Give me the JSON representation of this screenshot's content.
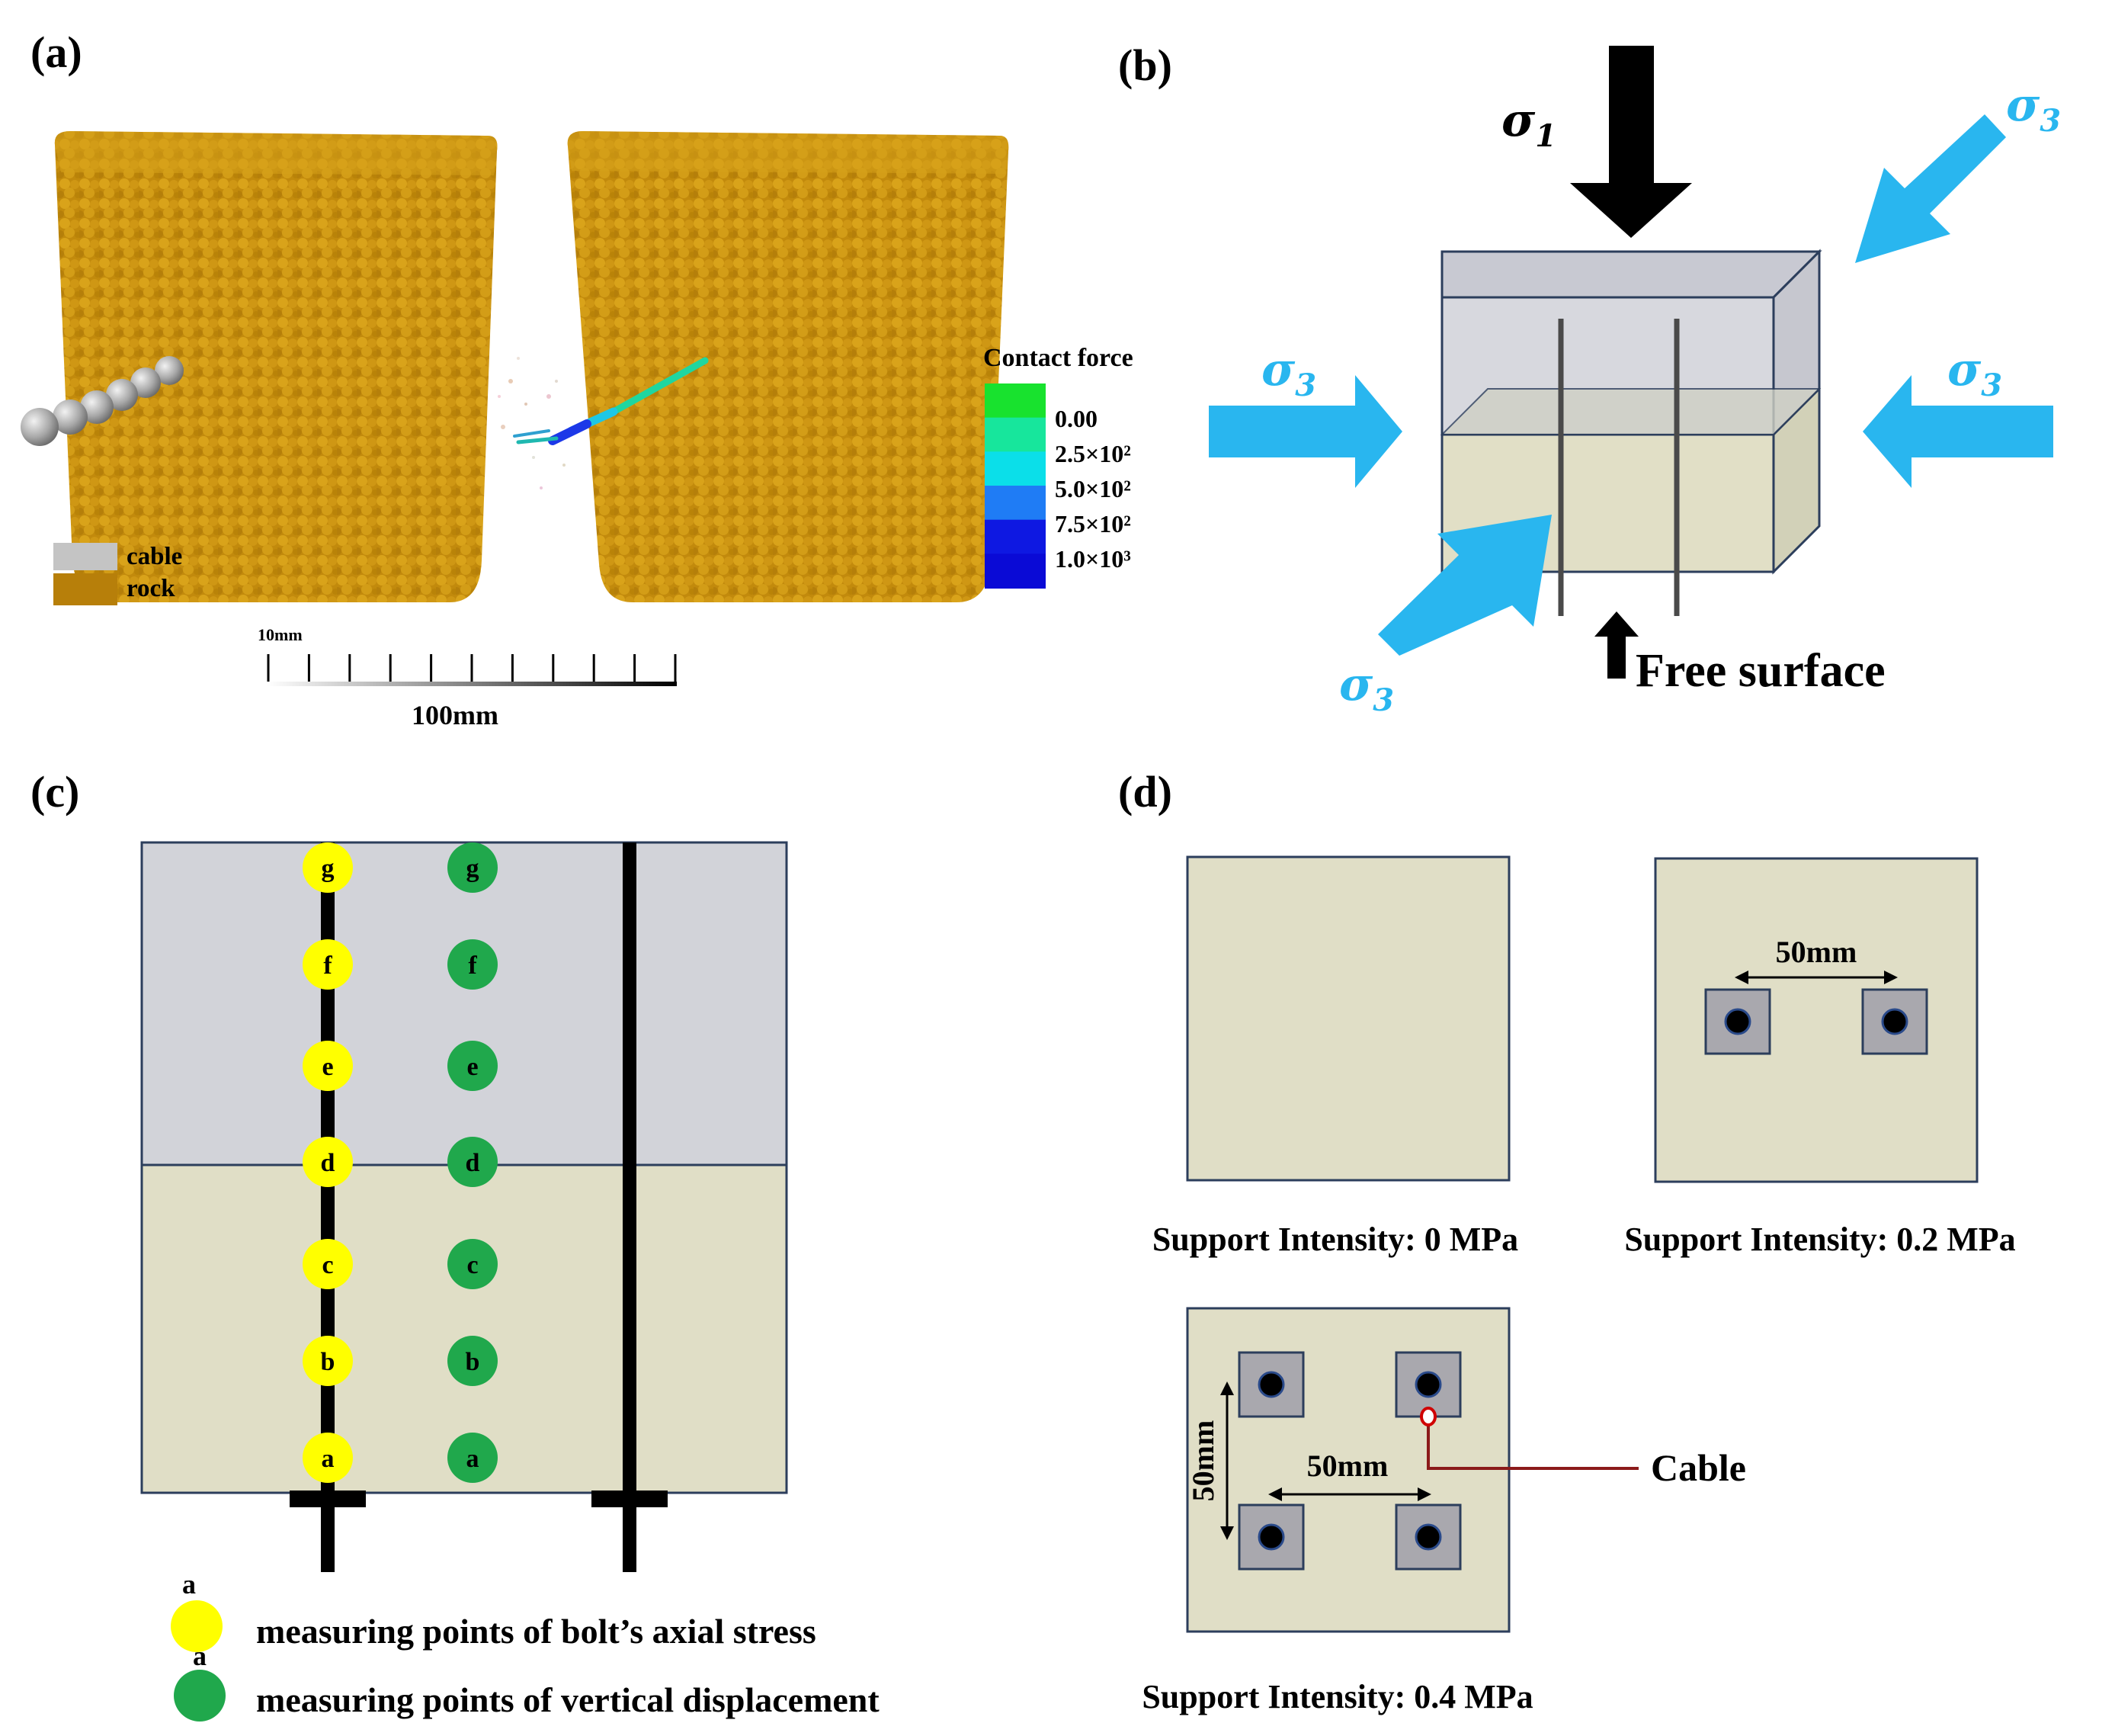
{
  "panels": {
    "a": {
      "label": "(a)",
      "legend": {
        "cable": "cable",
        "rock": "rock"
      },
      "contact_force": {
        "title": "Contact force",
        "ticks": [
          "0.00",
          "2.5×10²",
          "5.0×10²",
          "7.5×10²",
          "1.0×10³"
        ],
        "colors": [
          "#18e22e",
          "#17e69c",
          "#0bdfe9",
          "#1f7cf5",
          "#0e18e2",
          "#0a0ad6"
        ]
      },
      "scale_bar": {
        "small": "10mm",
        "large": "100mm"
      },
      "colors": {
        "rock": "#c8900c",
        "cable": "#bdbdbd"
      }
    },
    "b": {
      "label": "(b)",
      "sigma1": "σ",
      "sigma1_sub": "1",
      "sigma3": "σ",
      "sigma3_sub": "3",
      "free_surface": "Free surface",
      "colors": {
        "arrow_blue": "#29b6ef",
        "upper": "#d7d8de",
        "lower": "#e1dfc6"
      }
    },
    "c": {
      "label": "(c)",
      "points": [
        "g",
        "f",
        "e",
        "d",
        "c",
        "b",
        "a"
      ],
      "legend": [
        {
          "marker": "a",
          "text": "measuring points of bolt’s axial stress",
          "color": "#ffff00"
        },
        {
          "marker": "a",
          "text": "measuring points of vertical displacement",
          "color": "#20a84c"
        }
      ]
    },
    "d": {
      "label": "(d)",
      "cases": [
        {
          "caption": "Support Intensity: 0 MPa"
        },
        {
          "caption": "Support Intensity: 0.2 MPa",
          "spacing": "50mm"
        },
        {
          "caption": "Support Intensity: 0.4 MPa",
          "spacing_h": "50mm",
          "spacing_v": "50mm"
        }
      ],
      "cable_label": "Cable"
    }
  }
}
